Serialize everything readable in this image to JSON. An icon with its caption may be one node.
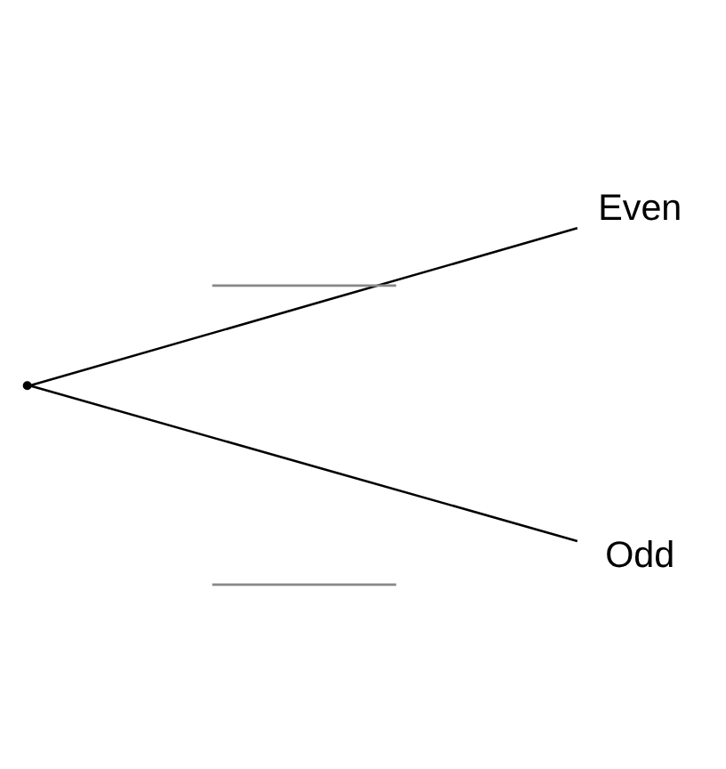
{
  "diagram": {
    "nodes": [
      {
        "text": [],
        "shape": "point"
      },
      {
        "text": [
          "Even"
        ]
      },
      {
        "text": [
          "Odd"
        ]
      }
    ],
    "edges": [
      {
        "from": 0,
        "to": 1,
        "arrow": "none"
      },
      {
        "from": 0,
        "to": 2,
        "arrow": "none"
      }
    ]
  }
}
